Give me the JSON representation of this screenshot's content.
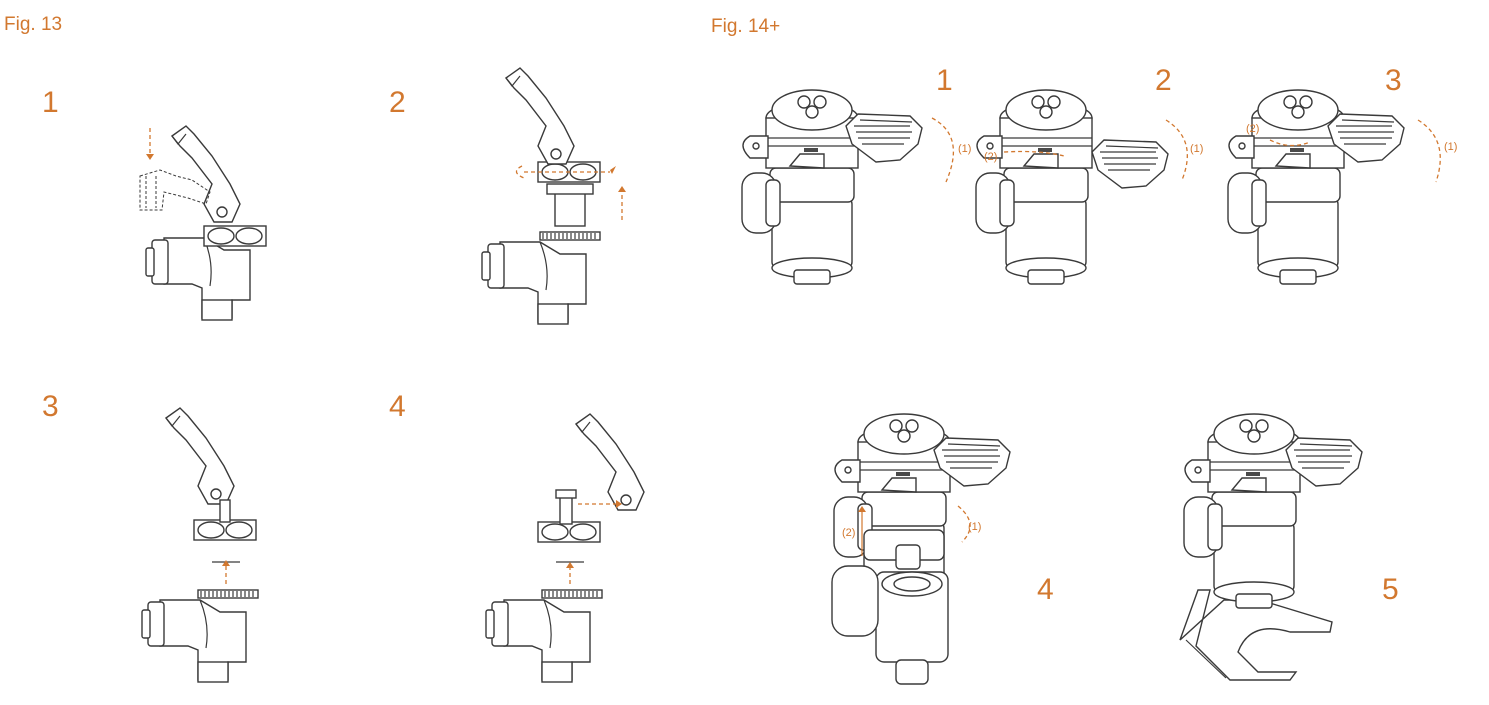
{
  "fig13": {
    "title": "Fig. 13",
    "steps": [
      "1",
      "2",
      "3",
      "4"
    ]
  },
  "fig14": {
    "title": "Fig. 14+",
    "steps": [
      "1",
      "2",
      "3",
      "4",
      "5"
    ],
    "label_1": "(1)",
    "label_2": "(2)"
  },
  "colors": {
    "accent": "#d2782f",
    "line": "#3a3a3a"
  }
}
